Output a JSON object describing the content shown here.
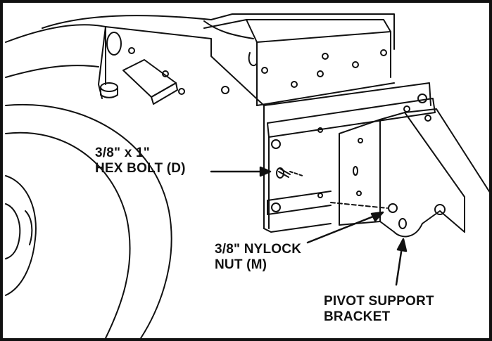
{
  "callouts": {
    "hex_bolt": {
      "line1": "3/8\" x 1\"",
      "line2": "HEX BOLT (D)"
    },
    "nylock_nut": {
      "line1": "3/8\" NYLOCK",
      "line2": "NUT (M)"
    },
    "pivot_bracket": {
      "line1": "PIVOT SUPPORT",
      "line2": "BRACKET"
    }
  },
  "colors": {
    "ink": "#111111",
    "paper": "#ffffff"
  }
}
